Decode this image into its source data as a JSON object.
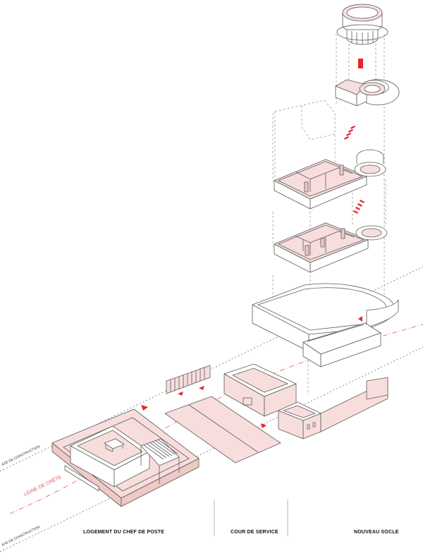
{
  "labels": {
    "axe_top": "AXE DE CONSTRUCTION",
    "axe_bottom": "AXE DE CONSTRUCTION",
    "ligne_crete": "LIGNE DE CRÊTE",
    "logement": "LOGEMENT DU CHEF DE POSTE",
    "cour": "COUR DE SERVICE",
    "socle": "NOUVEAU SOCLE"
  },
  "colors": {
    "accent_red": "#e8262b",
    "pink_fill": "#f7dedd",
    "line": "#5a5a5a",
    "crest_line": "#e07070"
  }
}
